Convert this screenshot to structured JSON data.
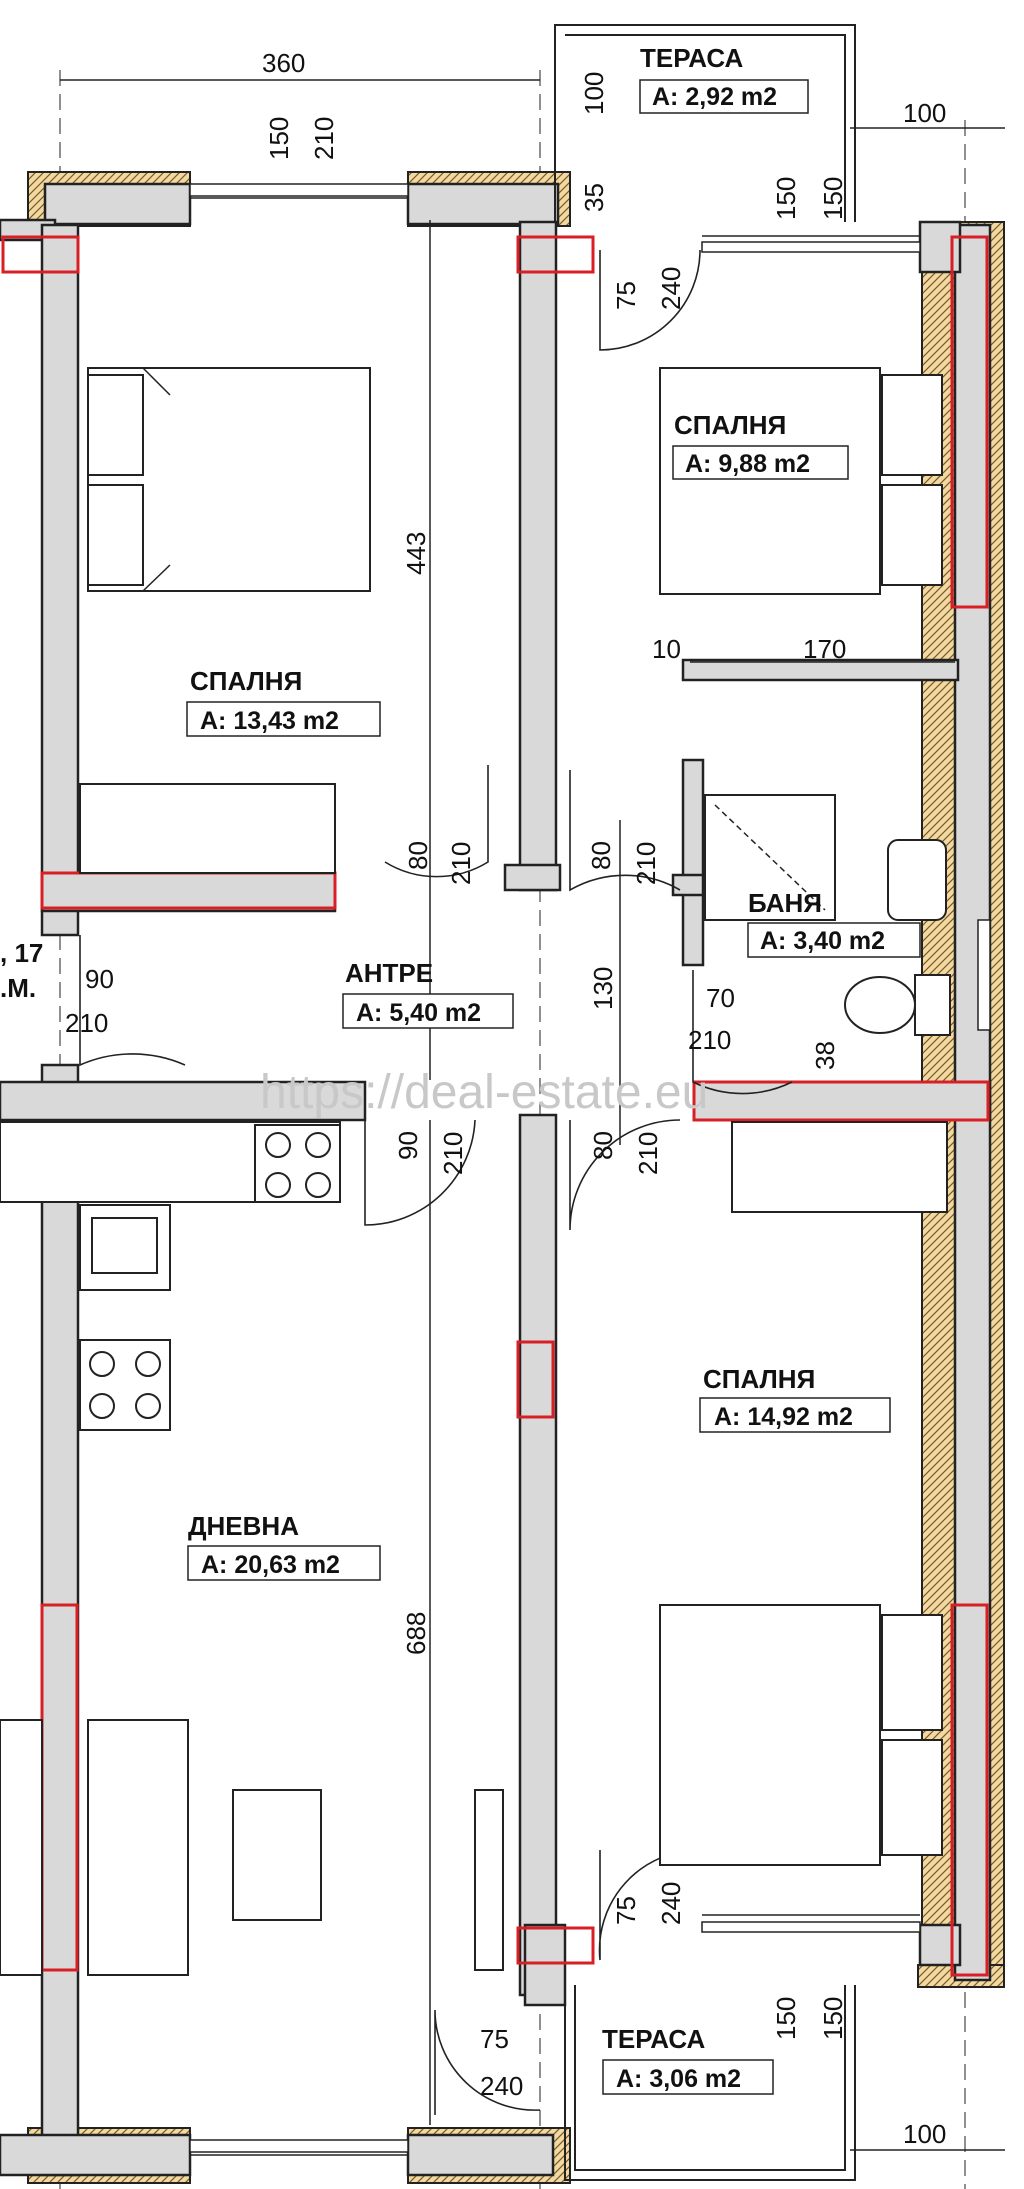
{
  "rooms": {
    "terrace_top": {
      "name": "ТЕРАСА",
      "area": "A: 2,92 m2"
    },
    "bedroom_tr": {
      "name": "СПАЛНЯ",
      "area": "A: 9,88 m2"
    },
    "bedroom_tl": {
      "name": "СПАЛНЯ",
      "area": "A: 13,43 m2"
    },
    "bathroom": {
      "name": "БАНЯ",
      "area": "A: 3,40 m2"
    },
    "hall": {
      "name": "АНТРЕ",
      "area": "A: 5,40 m2"
    },
    "bedroom_br": {
      "name": "СПАЛНЯ",
      "area": "A: 14,92 m2"
    },
    "living": {
      "name": "ДНЕВНА",
      "area": "A: 20,63 m2"
    },
    "terrace_bot": {
      "name": "ТЕРАСА",
      "area": "A: 3,06 m2"
    }
  },
  "dims": {
    "d360": "360",
    "d150a": "150",
    "d210a": "210",
    "d100a": "100",
    "d35": "35",
    "d100r": "100",
    "d150b": "150",
    "d150c": "150",
    "d75a": "75",
    "d240a": "240",
    "d443": "443",
    "d10": "10",
    "d170": "170",
    "d80a": "80",
    "d210b": "210",
    "d80b": "80",
    "d210c": "210",
    "d130": "130",
    "d70": "70",
    "d210d": "210",
    "d38": "38",
    "d90a": "90",
    "d210e": "210",
    "d90b": "90",
    "d210f": "210",
    "d80c": "80",
    "d210g": "210",
    "d688": "688",
    "d75b": "75",
    "d240b": "240",
    "d150d": "150",
    "d150e": "150",
    "d75c": "75",
    "d240c": "240",
    "d100b": "100"
  },
  "fragments": {
    "left1": ", 17",
    "left2": ".М."
  },
  "watermark": "https://deal-estate.eu"
}
